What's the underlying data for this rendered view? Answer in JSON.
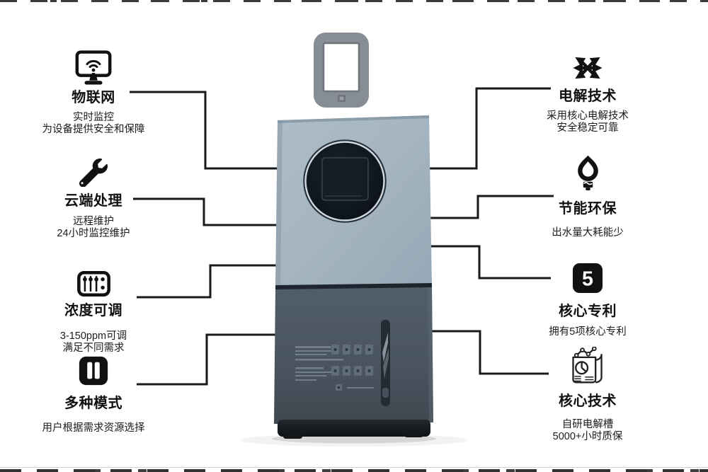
{
  "colors": {
    "background": "#ffffff",
    "connector_line": "#17191c",
    "title_text": "#111111",
    "desc_text": "#1b1b1b",
    "machine_upper": "#a3b4c0",
    "machine_lower": "#49545e",
    "machine_base": "#16191d",
    "tablet_gray": "#878d94"
  },
  "center": {
    "tablet_icon": "tablet-icon",
    "device": "disinfection-machine-photo"
  },
  "features_left": [
    {
      "icon": "iot-monitor-wifi-icon",
      "title": "物联网",
      "desc": [
        "实时监控",
        "为设备提供安全和保障"
      ]
    },
    {
      "icon": "wrench-icon",
      "title": "云端处理",
      "desc": [
        "远程维护",
        "24小时监控维护"
      ]
    },
    {
      "icon": "sliders-icon",
      "title": "浓度可调",
      "desc": [
        "3-150ppm可调",
        "满足不同需求"
      ]
    },
    {
      "icon": "pause-modes-icon",
      "title": "多种模式",
      "desc": [
        "用户根据需求资源选择"
      ]
    }
  ],
  "features_right": [
    {
      "icon": "crossing-arrows-icon",
      "title": "电解技术",
      "desc": [
        "采用核心电解技术",
        "安全稳定可靠"
      ]
    },
    {
      "icon": "bulb-drop-icon",
      "title": "节能环保",
      "desc": [
        "出水量大耗能少"
      ]
    },
    {
      "icon": "patent-5-icon",
      "title": "核心专利",
      "badge": "5",
      "desc": [
        "拥有5项核心专利"
      ]
    },
    {
      "icon": "report-chart-icon",
      "title": "核心技术",
      "desc": [
        "自研电解槽",
        "5000+小时质保"
      ]
    }
  ]
}
